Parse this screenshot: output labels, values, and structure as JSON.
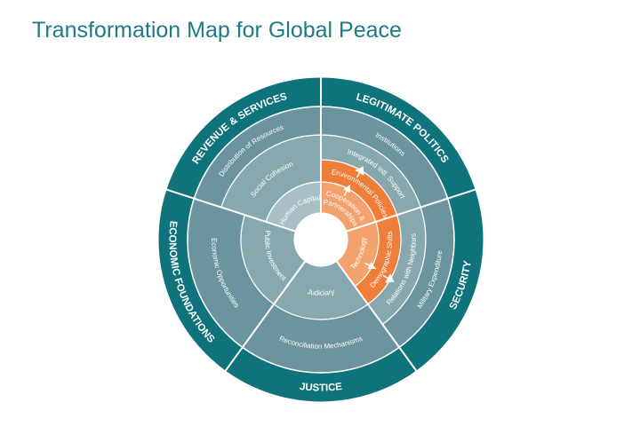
{
  "title": "Transformation Map for Global Peace",
  "colors": {
    "band": "#0e737a",
    "outer_ring": "#6b949e",
    "middle_ring": "#88a8b0",
    "inner_light": "#a8bfc5",
    "orange": "#ef7e3b",
    "orange_light": "#f3a26e",
    "title": "#1f7a86"
  },
  "sectors": [
    {
      "name": "LEGITIMATE POLITICS",
      "start": 0,
      "end": 72,
      "segments": [
        {
          "label": "Cooperation &",
          "label2": "Partnerships",
          "r0": 30,
          "r1": 65,
          "color": "orange_light"
        },
        {
          "label": "Environmental Policies",
          "r0": 65,
          "r1": 90,
          "color": "orange"
        },
        {
          "label": "Integrated Intl. Support",
          "r0": 90,
          "r1": 118,
          "color": "middle_ring"
        },
        {
          "label": "Institutions",
          "r0": 118,
          "r1": 150,
          "color": "outer_ring"
        }
      ]
    },
    {
      "name": "SECURITY",
      "start": 72,
      "end": 144,
      "segments": [
        {
          "label": "Technology",
          "r0": 30,
          "r1": 65,
          "color": "orange_light"
        },
        {
          "label": "Demographic Shifts",
          "r0": 65,
          "r1": 90,
          "color": "orange"
        },
        {
          "label": "Relations with Neighbors",
          "r0": 90,
          "r1": 118,
          "color": "middle_ring"
        },
        {
          "label": "Military Expenditure",
          "r0": 118,
          "r1": 150,
          "color": "outer_ring"
        }
      ]
    },
    {
      "name": "JUSTICE",
      "start": 144,
      "end": 216,
      "segments": [
        {
          "label": "Judiciary",
          "r0": 30,
          "r1": 90,
          "color": "middle_ring"
        },
        {
          "label": "Reconciliation Mechanisms",
          "r0": 90,
          "r1": 150,
          "color": "outer_ring"
        }
      ]
    },
    {
      "name": "ECONOMIC FOUNDATIONS",
      "start": 216,
      "end": 288,
      "segments": [
        {
          "label": "Public Investment",
          "r0": 30,
          "r1": 90,
          "color": "middle_ring"
        },
        {
          "label": "Economic Opportunities",
          "r0": 90,
          "r1": 150,
          "color": "outer_ring"
        }
      ]
    },
    {
      "name": "REVENUE & SERVICES",
      "start": 288,
      "end": 360,
      "segments": [
        {
          "label": "Human Capital",
          "r0": 30,
          "r1": 65,
          "color": "inner_light"
        },
        {
          "label": "Social Cohesion",
          "r0": 65,
          "r1": 118,
          "color": "middle_ring"
        },
        {
          "label": "Distribution of Resources",
          "r0": 118,
          "r1": 150,
          "color": "outer_ring"
        }
      ]
    }
  ]
}
